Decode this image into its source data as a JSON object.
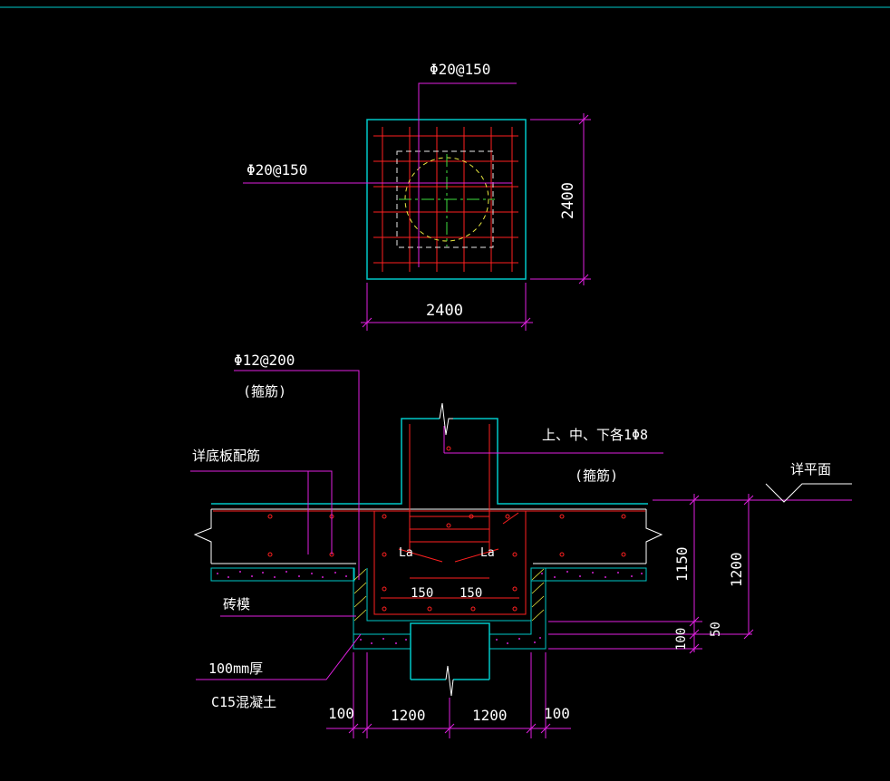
{
  "colors": {
    "background": "#000000",
    "outline": "#00c8c8",
    "rebar": "#ff2020",
    "dimension": "#e020e0",
    "centerline": "#40e040",
    "pile": "#e8e840",
    "text": "#ffffff",
    "concrete_fill": "#d020d0"
  },
  "plan_view": {
    "top_rebar": "Φ20@150",
    "side_rebar": "Φ20@150",
    "dim_width": "2400",
    "dim_height": "2400"
  },
  "section_view": {
    "stirrup_label": "Φ12@200",
    "stirrup_note": "(箍筋)",
    "slab_note": "详底板配筋",
    "beam_rebar": "上、中、下各1Φ8",
    "beam_rebar_note": "(箍筋)",
    "level_note": "详平面",
    "lap_left": "La",
    "lap_right": "La",
    "inner_left": "150",
    "inner_right": "150",
    "brick_form": "砖模",
    "cushion_thickness": "100mm厚",
    "cushion_material": "C15混凝土",
    "dim_1150": "1150",
    "dim_1200_v": "1200",
    "dim_50": "50",
    "dim_100_v": "100",
    "dim_100_left": "100",
    "dim_1200_left": "1200",
    "dim_1200_right": "1200",
    "dim_100_right": "100"
  }
}
